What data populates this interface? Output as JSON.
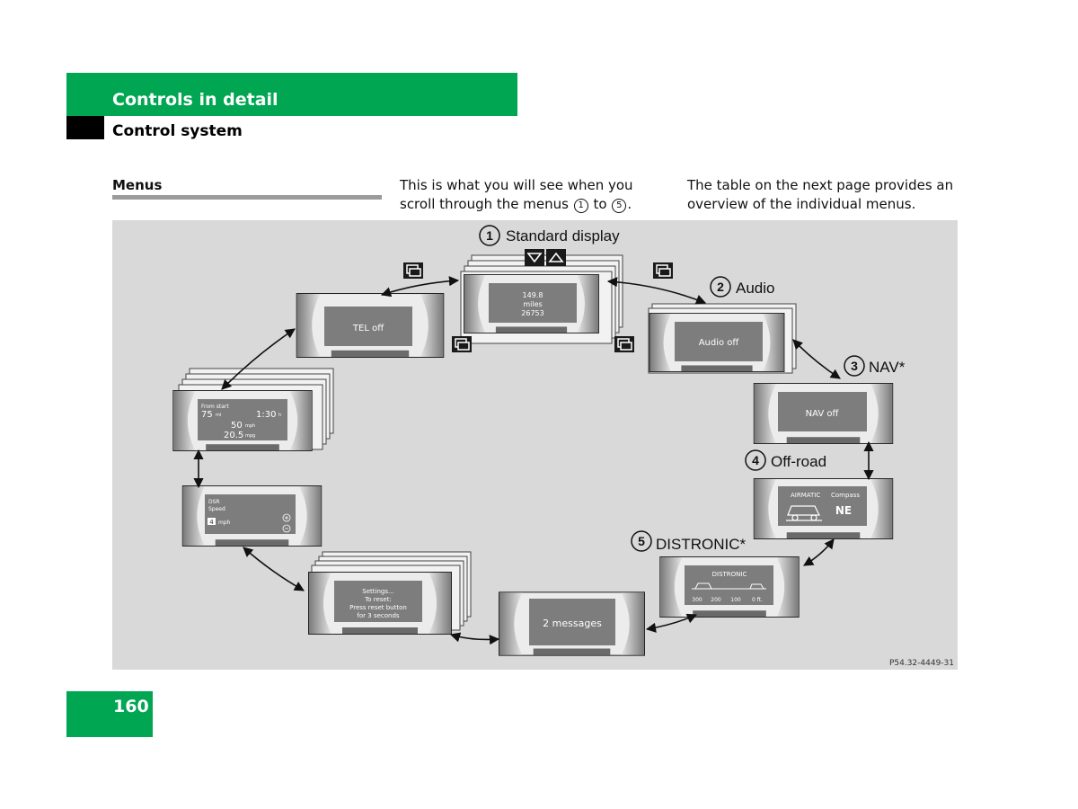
{
  "header": {
    "chapter": "Controls in detail",
    "section": "Control system"
  },
  "intro": {
    "heading": "Menus",
    "col2_before": "This is what you will see when you scroll through the menus ",
    "col2_num1": "1",
    "col2_mid": " to ",
    "col2_num2": "5",
    "col2_after": ".",
    "col3": "The table on the next page provides an overview of the individual menus."
  },
  "figure": {
    "code": "P54.32-4449-31",
    "labels": {
      "m1_num": "1",
      "m1": "Standard display",
      "m2_num": "2",
      "m2": "Audio",
      "m3_num": "3",
      "m3": "NAV*",
      "m4_num": "4",
      "m4": "Off-road",
      "m5_num": "5",
      "m5": "DISTRONIC*"
    },
    "screens": {
      "std_l1": "149.8",
      "std_l2": "miles",
      "std_l3": "26753",
      "audio": "Audio off",
      "nav": "NAV off",
      "off_l1": "AIRMATIC",
      "off_l2": "Compass",
      "off_l3": "NE",
      "dist_title": "DISTRONIC",
      "dist_s1": "300",
      "dist_s2": "200",
      "dist_s3": "100",
      "dist_s4": "0 ft.",
      "msg": "2 messages",
      "set_l1": "Settings...",
      "set_l2": "To reset:",
      "set_l3": "Press reset button",
      "set_l4": "for 3 seconds",
      "dsr_l1": "DSR",
      "dsr_l2": "Speed",
      "dsr_l3": "4",
      "dsr_l4": "mph",
      "trip_l1": "From start",
      "trip_l2": "75",
      "trip_l3": "mi",
      "trip_l4": "1:30",
      "trip_l5": "h",
      "trip_l6": "50",
      "trip_l7": "mph",
      "trip_l8": "20.5",
      "trip_l9": "mpg",
      "tel": "TEL off"
    }
  },
  "page": {
    "number": "160"
  }
}
